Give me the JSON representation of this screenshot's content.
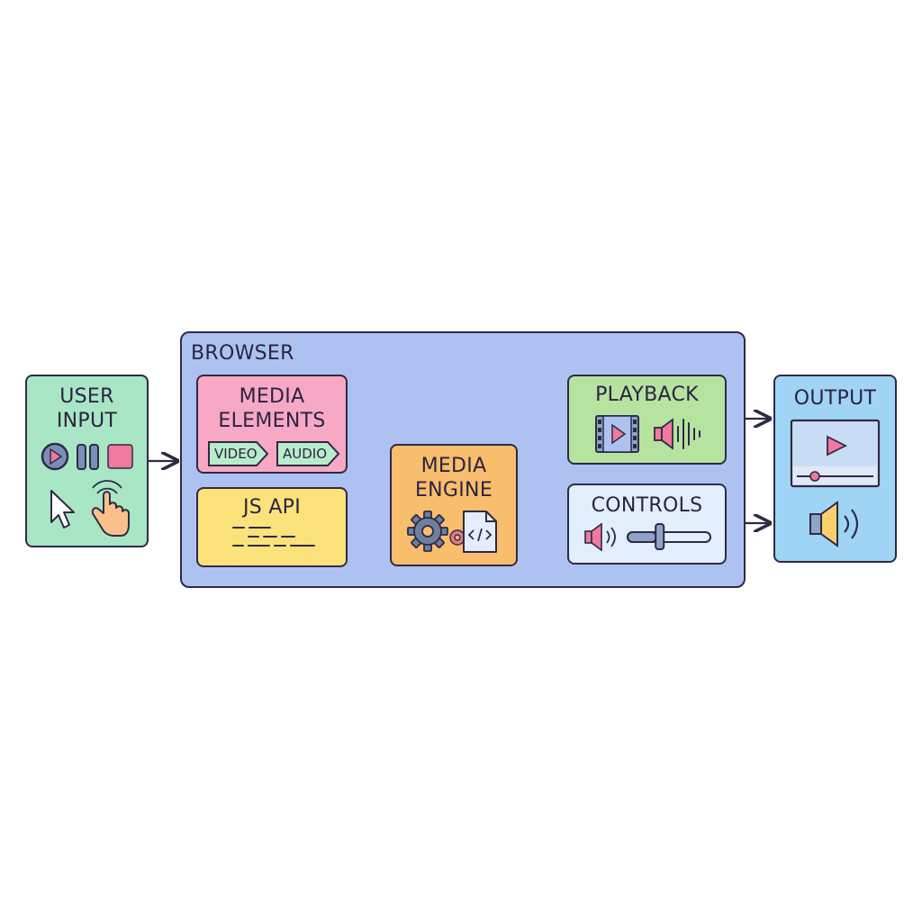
{
  "browser": {
    "title": "BROWSER"
  },
  "user_input": {
    "title_line1": "USER",
    "title_line2": "INPUT"
  },
  "media_elements": {
    "title_line1": "MEDIA",
    "title_line2": "ELEMENTS",
    "tag_video": "VIDEO",
    "tag_audio": "AUDIO"
  },
  "js_api": {
    "title": "JS API"
  },
  "media_engine": {
    "title_line1": "MEDIA",
    "title_line2": "ENGINE"
  },
  "playback": {
    "title": "PLAYBACK"
  },
  "controls": {
    "title": "CONTROLS",
    "volume_level": 0.35
  },
  "output": {
    "title": "OUTPUT"
  },
  "colors": {
    "outline": "#2e2a45",
    "user_input": "#a8e6c6",
    "browser": "#aec2f2",
    "media_elements": "#f7a8c4",
    "js_api": "#fbe27a",
    "media_engine": "#f9bd6e",
    "playback": "#b7e3a1",
    "controls": "#e2eefb",
    "output": "#9fd4f5",
    "tag_green": "#b8eccb",
    "icon_gray": "#6f7f9f",
    "icon_pink": "#ef7aa0"
  },
  "icons": [
    "play-icon",
    "pause-icon",
    "stop-icon",
    "cursor-icon",
    "tap-hand-icon",
    "gear-icon",
    "code-file-icon",
    "film-icon",
    "speaker-icon",
    "slider-icon",
    "video-screen-icon"
  ]
}
